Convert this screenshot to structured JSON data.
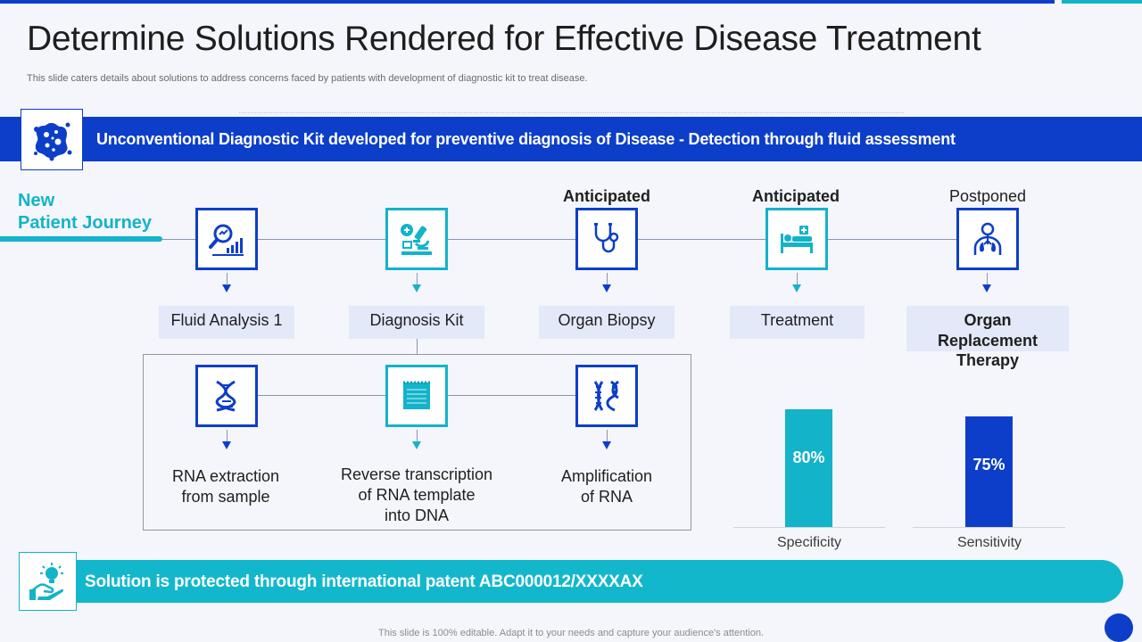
{
  "header": {
    "title": "Determine Solutions Rendered for Effective Disease Treatment",
    "subtitle": "This slide caters details about solutions to address concerns faced by patients with development of diagnostic kit to treat disease."
  },
  "banner": {
    "text": "Unconventional Diagnostic Kit developed for preventive diagnosis of Disease - Detection through fluid assessment",
    "icon": "virus-icon"
  },
  "journey": {
    "label_line1": "New",
    "label_line2": "Patient Journey"
  },
  "steps": [
    {
      "status": "",
      "label": "Fluid Analysis 1",
      "icon": "magnifier-chart-icon"
    },
    {
      "status": "",
      "label": "Diagnosis Kit",
      "icon": "microscope-icon"
    },
    {
      "status": "Anticipated",
      "label": "Organ Biopsy",
      "icon": "stethoscope-icon"
    },
    {
      "status": "Anticipated",
      "label": "Treatment",
      "icon": "hospital-bed-icon"
    },
    {
      "status": "Postponed",
      "label_line1": "Organ",
      "label_line2": "Replacement",
      "label_line3": "Therapy",
      "icon": "lungs-icon"
    }
  ],
  "sub_steps": [
    {
      "line1": "RNA extraction",
      "line2": "from sample",
      "line3": "",
      "icon": "dna-icon"
    },
    {
      "line1": "Reverse transcription",
      "line2": "of RNA template",
      "line3": "into DNA",
      "icon": "document-icon"
    },
    {
      "line1": "Amplification",
      "line2": "of RNA",
      "line3": "",
      "icon": "rna-strands-icon"
    }
  ],
  "chart_data": {
    "type": "bar",
    "categories": [
      "Specificity",
      "Sensitivity"
    ],
    "values": [
      80,
      75
    ],
    "value_labels": [
      "80%",
      "75%"
    ],
    "colors": [
      "#13b3c9",
      "#0d3ec9"
    ],
    "ylim": [
      0,
      100
    ]
  },
  "patent": {
    "text": "Solution is protected through international patent ABC000012/XXXXAX",
    "icon": "idea-hand-icon"
  },
  "footer": {
    "text": "This slide is 100% editable. Adapt it to your needs and capture your audience's attention."
  },
  "colors": {
    "primary": "#0d3ec9",
    "accent": "#13b3c9",
    "label_bg": "#e3e9f8"
  }
}
